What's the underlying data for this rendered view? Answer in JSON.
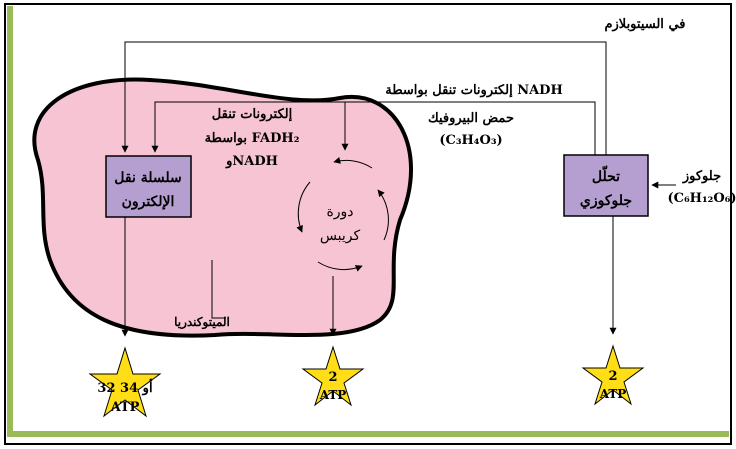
{
  "labels": {
    "cytoplasm": "في السيتوبلازم",
    "nadh_transport": "إلكترونات تنقل بواسطة NADH",
    "pyruvic_acid": "حمض البيروفيك",
    "pyruvic_formula": "(C₃H₄O₃)",
    "fadh_line1": "إلكترونات تنقل",
    "fadh_line2": "بواسطة FADH₂",
    "fadh_line3": "وNADH",
    "krebs_line1": "دورة",
    "krebs_line2": "كريبس",
    "etc_line1": "سلسلة نقل",
    "etc_line2": "الإلكترون",
    "glycolysis_line1": "تحلّل",
    "glycolysis_line2": "جلوكوزي",
    "glucose": "جلوكوز",
    "glucose_formula": "(C₆H₁₂O₆)",
    "mitochondria": "الميتوكندريا"
  },
  "stars": {
    "etc_line1": "32 أو 34",
    "etc_line2": "ATP",
    "krebs_line1": "2",
    "krebs_line2": "ATP",
    "glycolysis_line1": "2",
    "glycolysis_line2": "ATP"
  },
  "colors": {
    "mitochondria_fill": "#f7c4d4",
    "box_fill": "#b59fd1",
    "star_fill": "#ffde17",
    "frame_green": "#9bbb59"
  }
}
